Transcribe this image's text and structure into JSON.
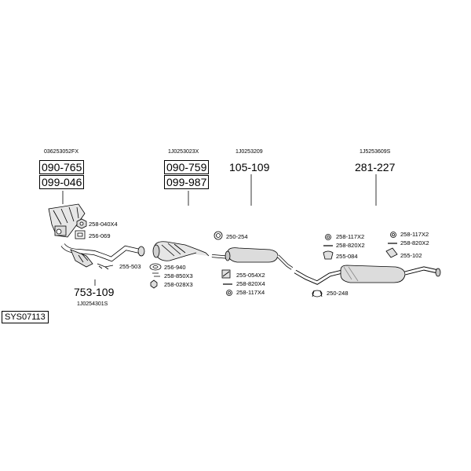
{
  "diagram": {
    "system_code": "SYS07113",
    "groups": [
      {
        "ref": "036253052FX",
        "part1": "090-765",
        "part2": "099-046"
      },
      {
        "ref": "1J0253023X",
        "part1": "090-759",
        "part2": "099-987"
      },
      {
        "ref": "1J0253209",
        "part1": "105-109"
      },
      {
        "ref": "1J5253609S",
        "part1": "281-227"
      }
    ],
    "front_pipe": {
      "part": "753-109",
      "ref": "1J0254301S"
    },
    "small_parts": {
      "p258_040x4": "258-040X4",
      "p256_069": "256-069",
      "p255_503": "255-503",
      "p256_940": "256-940",
      "p258_850x3": "258-850X3",
      "p258_028x3": "258-028X3",
      "p250_254": "250-254",
      "p255_054x2": "255-054X2",
      "p258_820x4": "258-820X4",
      "p258_117x4": "258-117X4",
      "p250_248": "250-248",
      "p258_117x2_a": "258-117X2",
      "p258_820x2_a": "258-820X2",
      "p255_084": "255-084",
      "p258_117x2_b": "258-117X2",
      "p258_820x2_b": "258-820X2",
      "p255_102": "255-102"
    }
  }
}
